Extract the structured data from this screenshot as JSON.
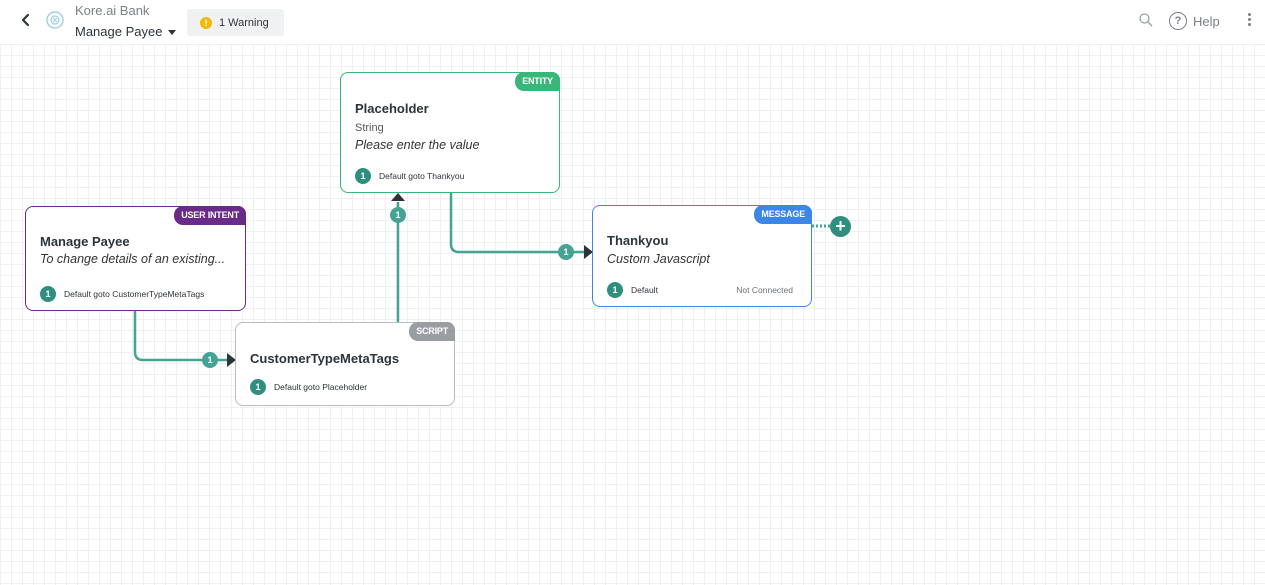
{
  "header": {
    "bot_name": "Kore.ai Bank",
    "dialog_name": "Manage Payee",
    "warning_label": "1 Warning",
    "help_label": "Help"
  },
  "icons": {
    "back": "chevron-left-icon",
    "bot": "bot-logo-icon",
    "warning": "warning-dot-icon",
    "search": "search-icon",
    "help": "help-circle-icon",
    "more": "vertical-dots-icon",
    "add": "plus-icon"
  },
  "colors": {
    "user_intent": "#6a2a8a",
    "script": "#9a9ea4",
    "entity": "#3bb67a",
    "message": "#3b86e8",
    "connector": "#45a394",
    "warning": "#f0b90b"
  },
  "nodes": {
    "intent": {
      "badge": "USER INTENT",
      "title": "Manage Payee",
      "description": "To change details of an existing...",
      "transition_num": "1",
      "transition_label": "Default goto CustomerTypeMetaTags"
    },
    "script": {
      "badge": "SCRIPT",
      "title": "CustomerTypeMetaTags",
      "transition_num": "1",
      "transition_label": "Default goto Placeholder"
    },
    "entity": {
      "badge": "ENTITY",
      "title": "Placeholder",
      "type": "String",
      "prompt": "Please enter the value",
      "transition_num": "1",
      "transition_label": "Default goto Thankyou"
    },
    "message": {
      "badge": "MESSAGE",
      "title": "Thankyou",
      "description": "Custom Javascript",
      "transition_num": "1",
      "transition_label": "Default",
      "status": "Not Connected"
    }
  },
  "connectors": {
    "intent_to_script": "1",
    "script_to_entity": "1",
    "entity_to_message": "1"
  }
}
